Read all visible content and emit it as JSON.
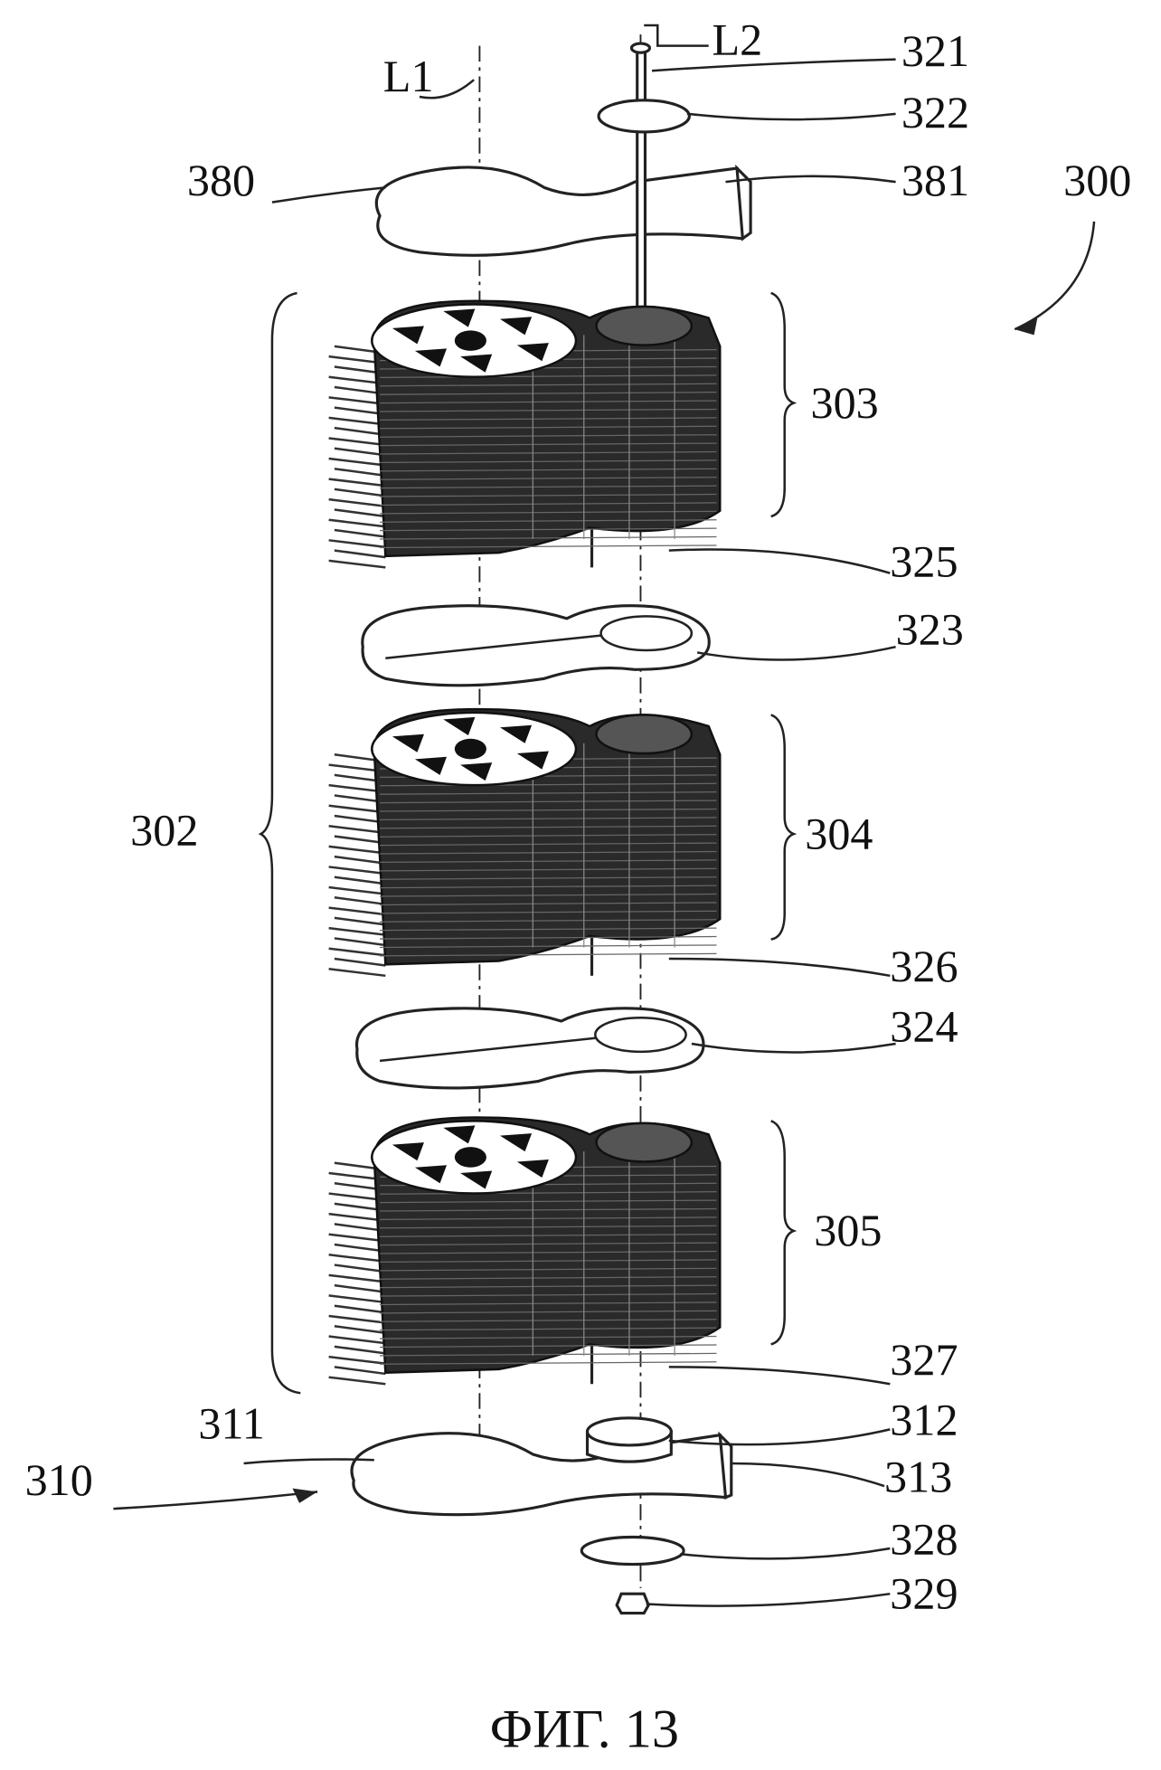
{
  "figure": {
    "caption": "ФИГ. 13",
    "axes": {
      "l1": "L1",
      "l2": "L2"
    },
    "labels": {
      "n300": "300",
      "n302": "302",
      "n303": "303",
      "n304": "304",
      "n305": "305",
      "n310": "310",
      "n311": "311",
      "n312": "312",
      "n313": "313",
      "n321": "321",
      "n322": "322",
      "n323": "323",
      "n324": "324",
      "n325": "325",
      "n326": "326",
      "n327": "327",
      "n328": "328",
      "n329": "329",
      "n380": "380",
      "n381": "381"
    }
  }
}
